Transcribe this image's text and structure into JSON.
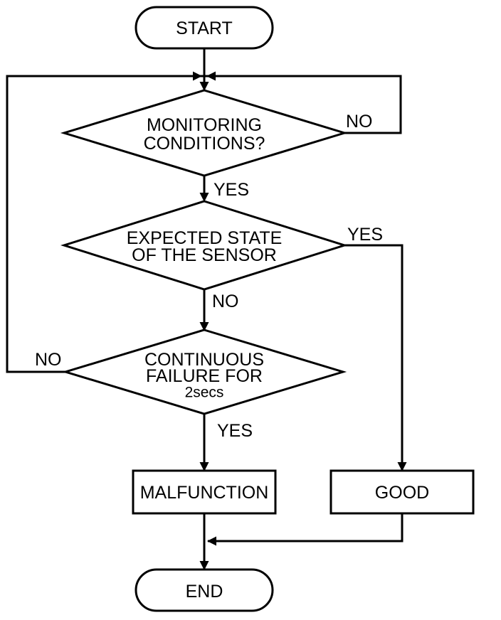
{
  "colors": {
    "stroke": "#000000",
    "background": "#ffffff",
    "text": "#000000"
  },
  "nodes": {
    "start": {
      "label": "START"
    },
    "monitoring_conditions": {
      "line1": "MONITORING",
      "line2": "CONDITIONS?"
    },
    "expected_state": {
      "line1": "EXPECTED STATE",
      "line2": "OF THE SENSOR"
    },
    "continuous_failure": {
      "line1": "CONTINUOUS",
      "line2": "FAILURE FOR",
      "line3": "2secs"
    },
    "malfunction": {
      "label": "MALFUNCTION"
    },
    "good": {
      "label": "GOOD"
    },
    "end": {
      "label": "END"
    }
  },
  "edge_labels": {
    "monitoring_no": "NO",
    "monitoring_yes": "YES",
    "expected_yes": "YES",
    "expected_no": "NO",
    "failure_no": "NO",
    "failure_yes": "YES"
  }
}
